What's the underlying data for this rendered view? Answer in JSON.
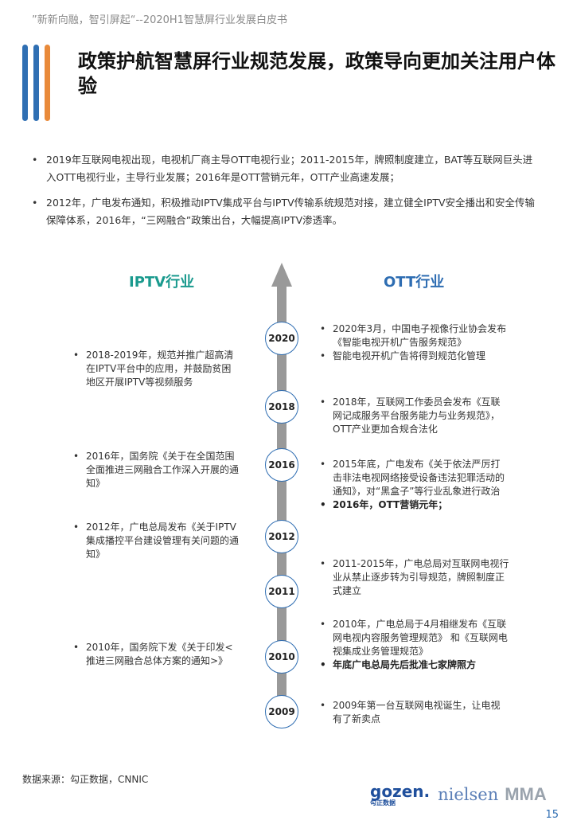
{
  "header": {
    "subtitle": "”新新向融，智引屏起“--2020H1智慧屏行业发展白皮书"
  },
  "title": "政策护航智慧屏行业规范发展，政策导向更加关注用户体验",
  "bullets": [
    "2019年互联网电视出现，电视机厂商主导OTT电视行业；2011-2015年，牌照制度建立，BAT等互联网巨头进入OTT电视行业，主导行业发展；2016年是OTT营销元年，OTT产业高速发展；",
    "2012年，广电发布通知，积极推动IPTV集成平台与IPTV传输系统规范对接，建立健全IPTV安全播出和安全传输保障体系，2016年，“三网融合”政策出台，大幅提高IPTV渗透率。"
  ],
  "columns": {
    "iptv": "IPTV行业",
    "ott": "OTT行业"
  },
  "years": [
    "2020",
    "2018",
    "2016",
    "2012",
    "2011",
    "2010",
    "2009"
  ],
  "iptv_notes": [
    "2018-2019年，规范并推广超高清在IPTV平台中的应用，并鼓励贫困地区开展IPTV等视频服务",
    "2016年，国务院《关于在全国范围全面推进三网融合工作深入开展的通知》",
    "2012年，广电总局发布《关于IPTV集成播控平台建设管理有关问题的通知》",
    "2010年，国务院下发《关于印发<推进三网融合总体方案的通知>》"
  ],
  "ott_notes": {
    "n2020a": "2020年3月，中国电子视像行业协会发布《智能电视开机广告服务规范》",
    "n2020b": "智能电视开机广告将得到规范化管理",
    "n2018": "2018年，互联网工作委员会发布《互联网记成服务平台服务能力与业务规范》，OTT产业更加合规合法化",
    "n2016a": "2015年底，广电发布《关于依法严厉打击非法电视网络接受设备违法犯罪活动的通知》，对“黑盒子”等行业乱象进行政治",
    "n2016b": "2016年，OTT营销元年；",
    "n2011": "2011-2015年，广电总局对互联网电视行业从禁止逐步转为引导规范，牌照制度正式建立",
    "n2010a": "2010年，广电总局于4月相继发布《互联网电视内容服务管理规范》 和《互联网电视集成业务管理规范》",
    "n2010b": "年底广电总局先后批准七家牌照方",
    "n2009": "2009年第一台互联网电视诞生，让电视有了新卖点"
  },
  "footer": {
    "source": "数据来源：勾正数据，CNNIC",
    "logo_gozen": "gozen.",
    "logo_gozen_sub": "勾正数据",
    "logo_nielsen": "nielsen",
    "logo_mma": "MMA",
    "page": "15"
  },
  "colors": {
    "accent_blue": "#2e6db2",
    "accent_teal": "#1a9a8e",
    "accent_orange": "#e98a3a",
    "axis_gray": "#999999"
  }
}
